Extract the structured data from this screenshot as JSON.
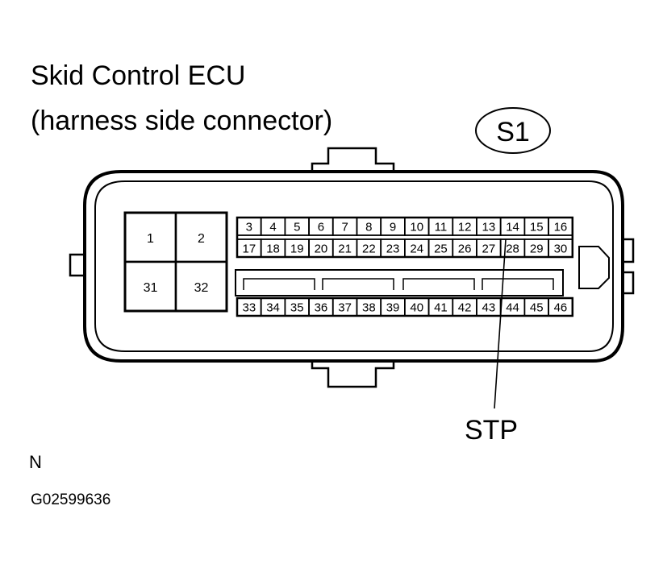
{
  "title_line1": "Skid Control ECU",
  "title_line2": "(harness side connector)",
  "connector_code": "S1",
  "callout_label": "STP",
  "callout_terminal": "28",
  "note_letter": "N",
  "figure_code": "G02599636",
  "large_terminals": [
    "1",
    "2",
    "31",
    "32"
  ],
  "terminal_rows": [
    [
      "3",
      "4",
      "5",
      "6",
      "7",
      "8",
      "9",
      "10",
      "11",
      "12",
      "13",
      "14",
      "15",
      "16"
    ],
    [
      "17",
      "18",
      "19",
      "20",
      "21",
      "22",
      "23",
      "24",
      "25",
      "26",
      "27",
      "28",
      "29",
      "30"
    ],
    [
      "33",
      "34",
      "35",
      "36",
      "37",
      "38",
      "39",
      "40",
      "41",
      "42",
      "43",
      "44",
      "45",
      "46"
    ]
  ]
}
